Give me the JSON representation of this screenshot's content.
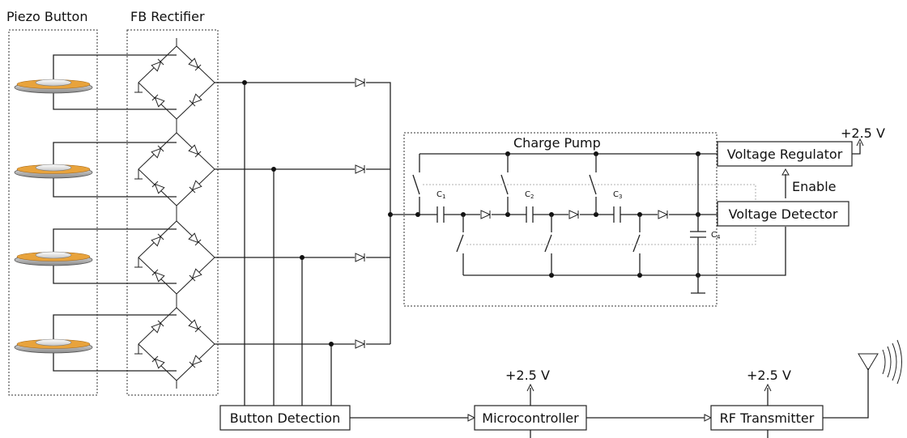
{
  "labels": {
    "piezo_button": "Piezo Button",
    "fb_rectifier": "FB Rectifier",
    "charge_pump": "Charge Pump",
    "voltage_regulator": "Voltage Regulator",
    "voltage_detector": "Voltage Detector",
    "enable": "Enable",
    "button_detection": "Button Detection",
    "microcontroller": "Microcontroller",
    "rf_transmitter": "RF Transmitter",
    "supply_regulator": "+2.5 V",
    "supply_micro": "+2.5 V",
    "supply_rf": "+2.5 V"
  },
  "capacitors": {
    "c1": {
      "letter": "C",
      "sub": "1"
    },
    "c2": {
      "letter": "C",
      "sub": "2"
    },
    "c3": {
      "letter": "C",
      "sub": "3"
    },
    "c4": {
      "letter": "C",
      "sub": "4"
    }
  },
  "colors": {
    "piezo_disc": "#b8b8b8",
    "piezo_ring": "#e8a33c",
    "line": "#222222"
  }
}
